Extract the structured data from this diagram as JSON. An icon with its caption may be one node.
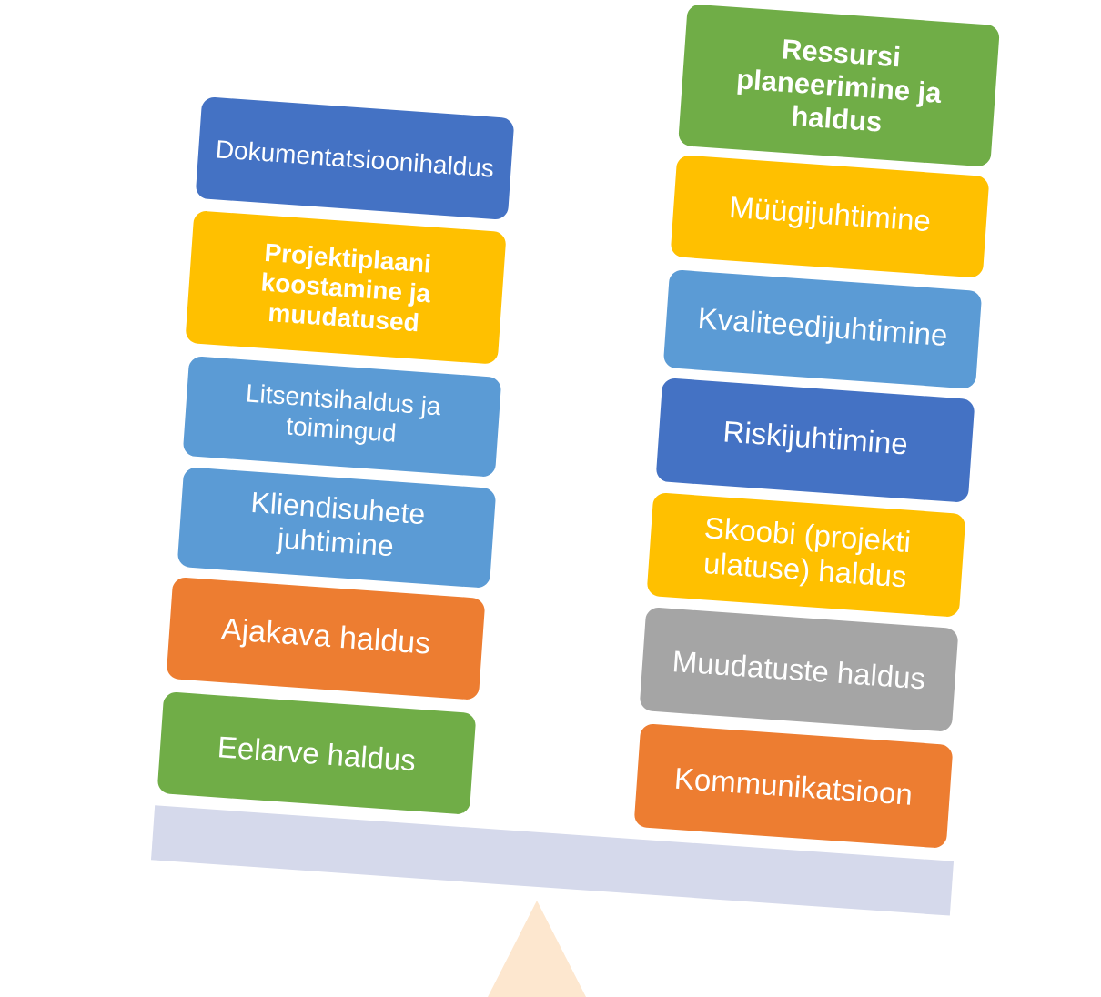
{
  "diagram": {
    "nodes": [
      {
        "text": [
          "Dokumentatsioonihaldus"
        ]
      },
      {
        "text": [
          "Projektiplaani koostamine ja muudatused"
        ]
      },
      {
        "text": [
          "Litsentsihaldus ja toimingud"
        ]
      },
      {
        "text": [
          "Kliendisuhete juhtimine"
        ]
      },
      {
        "text": [
          "Ajakava haldus"
        ]
      },
      {
        "text": [
          "Eelarve haldus"
        ]
      },
      {
        "text": [
          "Ressursi planeerimine ja haldus"
        ]
      },
      {
        "text": [
          "Müügijuhtimine"
        ]
      },
      {
        "text": [
          "Kvaliteedijuhtimine"
        ]
      },
      {
        "text": [
          "Riskijuhtimine"
        ]
      },
      {
        "text": [
          "Skoobi (projekti ulatuse) haldus"
        ]
      },
      {
        "text": [
          "Muudatuste haldus"
        ]
      },
      {
        "text": [
          "Kommunikatsioon"
        ]
      },
      {
        "text": [],
        "shape": "bar"
      }
    ]
  }
}
